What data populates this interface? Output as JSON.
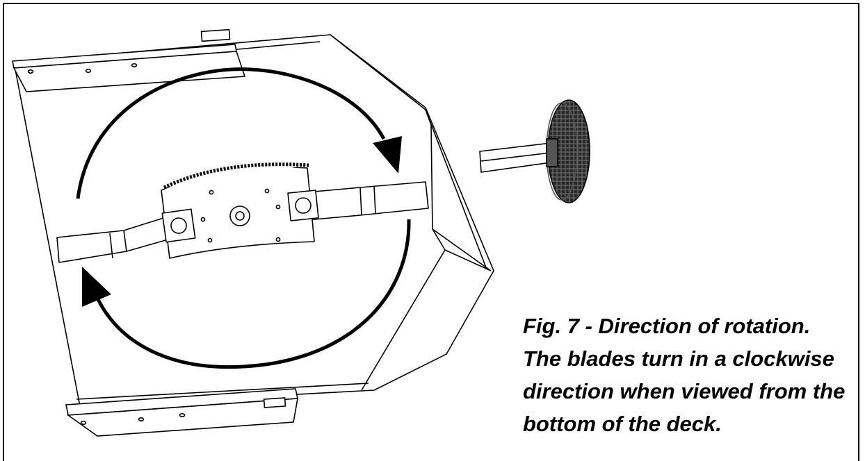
{
  "figure": {
    "caption_lines": [
      "Fig. 7 - Direction of rotation.",
      "The blades turn in a clockwise",
      "direction when viewed from the",
      "bottom of the deck."
    ]
  },
  "colors": {
    "ink": "#000000",
    "paper": "#ffffff",
    "wheel": "#1a1a1a"
  },
  "icons": {
    "rotation_arrow": "clockwise-arrow-icon",
    "wheel": "wheel-icon",
    "blade": "blade-icon"
  }
}
